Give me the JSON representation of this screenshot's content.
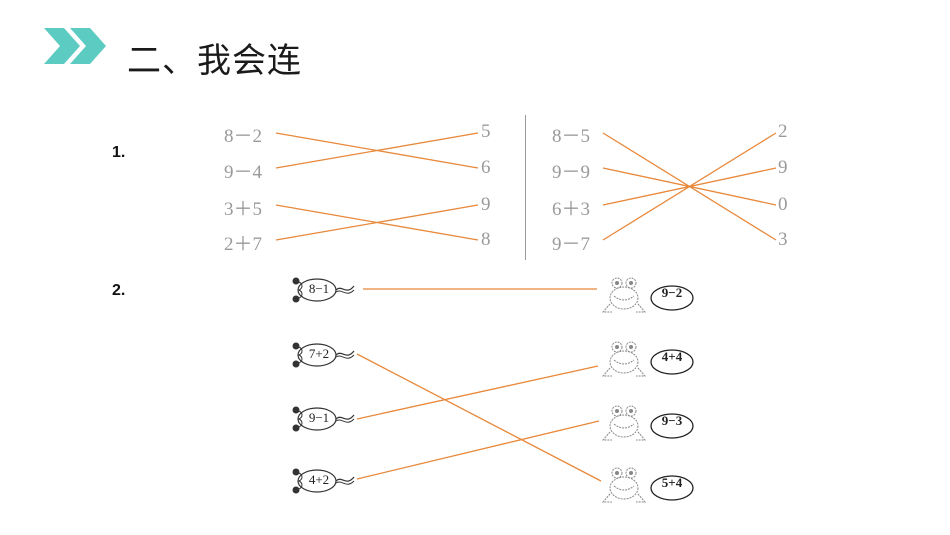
{
  "header": {
    "title": "二、我会连",
    "accent_color": "#5ccbc1",
    "icon": "double-chevron-right-icon"
  },
  "q1": {
    "number": "1.",
    "left_group": {
      "expressions": [
        "8－2",
        "9－4",
        "3＋5",
        "2＋7"
      ],
      "answers": [
        "5",
        "6",
        "9",
        "8"
      ]
    },
    "right_group": {
      "expressions": [
        "8－5",
        "9－9",
        "6＋3",
        "9－7"
      ],
      "answers": [
        "2",
        "9",
        "0",
        "3"
      ]
    }
  },
  "q2": {
    "number": "2.",
    "tadpoles": [
      "8−1",
      "7+2",
      "9−1",
      "4+2"
    ],
    "frogs": [
      "9−2",
      "4+4",
      "9−3",
      "5+4"
    ]
  },
  "line_color": "#e8883a"
}
